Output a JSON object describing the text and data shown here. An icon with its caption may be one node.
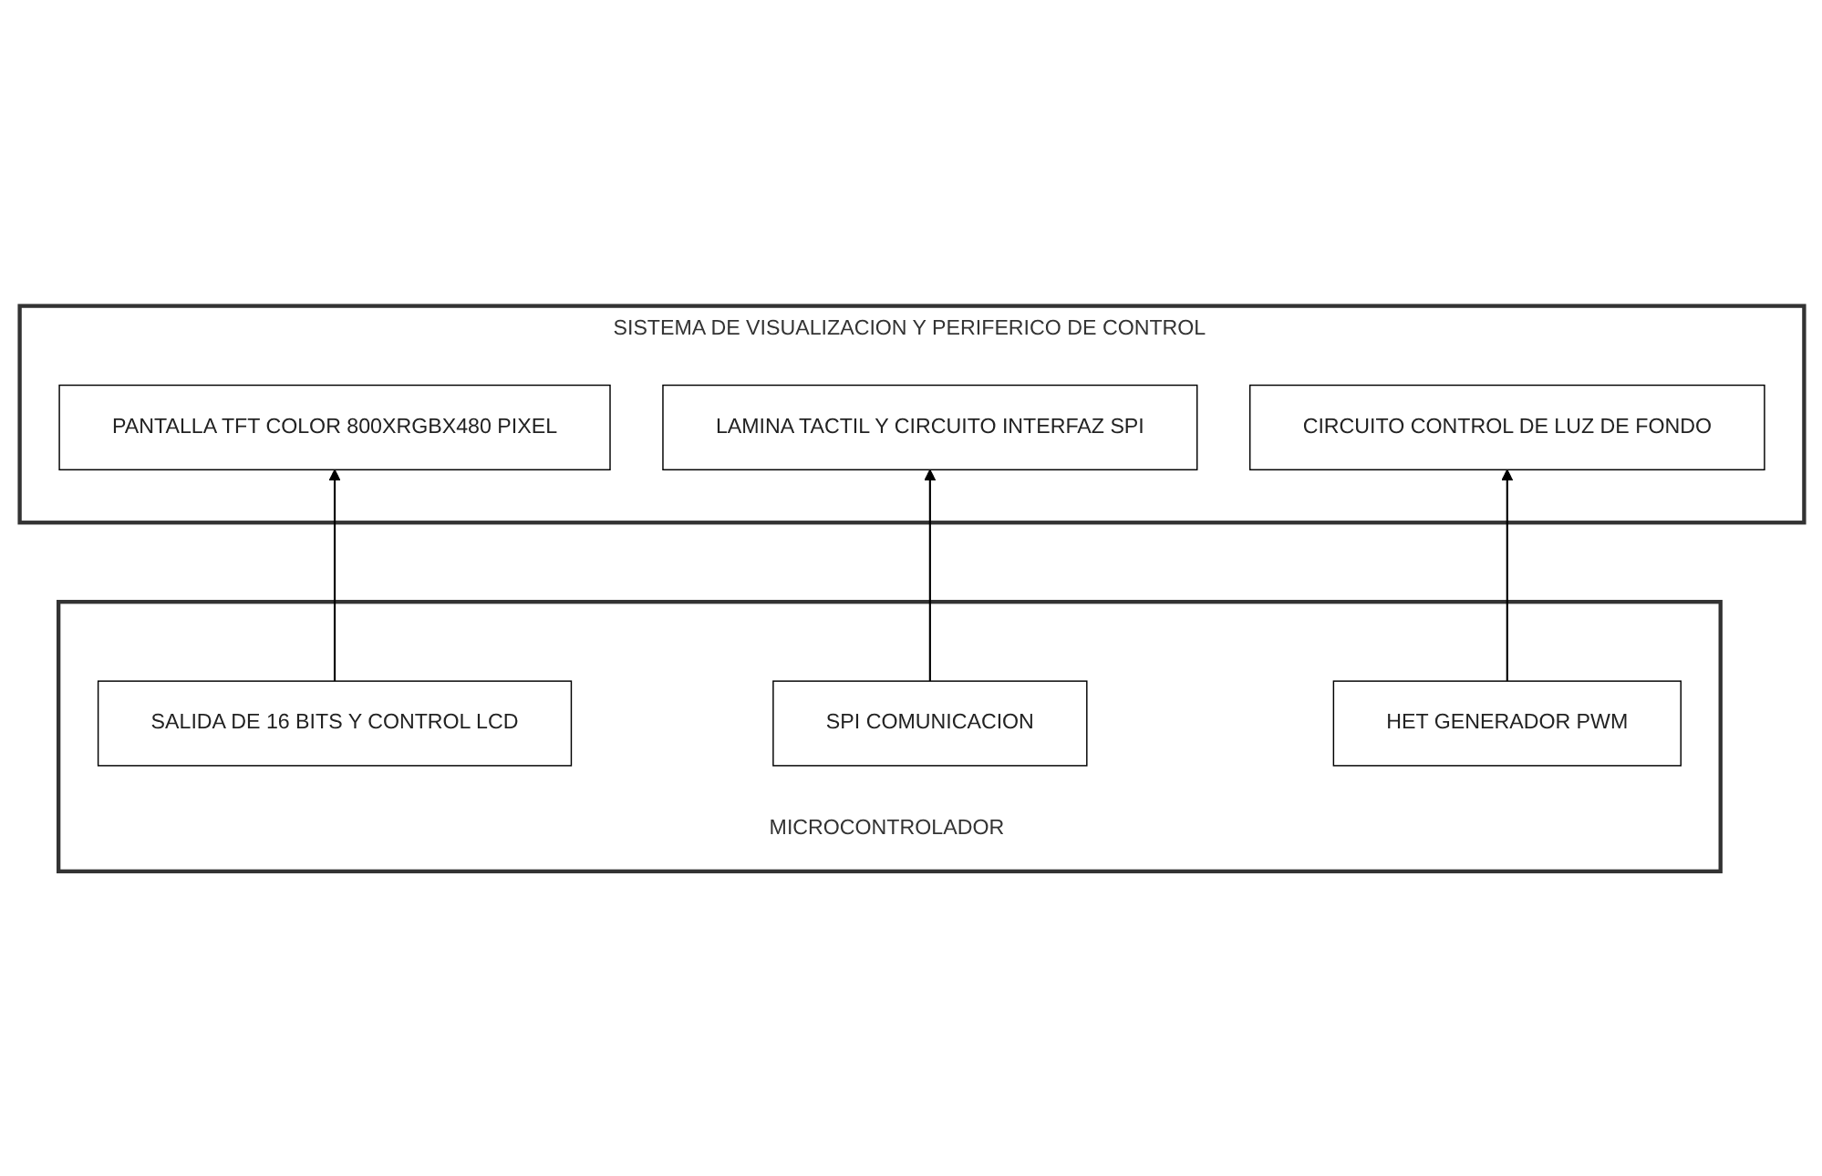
{
  "diagram": {
    "nodes": [
      {
        "text": [
          "SISTEMA DE VISUALIZACION Y PERIFERICO DE CONTROL"
        ]
      },
      {
        "text": [
          "PANTALLA TFT COLOR 800XRGBX480 PIXEL"
        ],
        "in": 0
      },
      {
        "text": [
          "LAMINA TACTIL Y CIRCUITO INTERFAZ SPI"
        ],
        "in": 0
      },
      {
        "text": [
          "CIRCUITO CONTROL DE LUZ DE FONDO"
        ],
        "in": 0
      },
      {
        "text": [
          "MICROCONTROLADOR"
        ]
      },
      {
        "text": [
          "SALIDA DE 16 BITS Y CONTROL LCD"
        ],
        "in": 4
      },
      {
        "text": [
          "SPI COMUNICACION"
        ],
        "in": 4
      },
      {
        "text": [
          "HET GENERADOR PWM"
        ],
        "in": 4
      }
    ],
    "edges": [
      {
        "from": 5,
        "to": 1,
        "arrow": "to"
      },
      {
        "from": 6,
        "to": 2,
        "arrow": "to"
      },
      {
        "from": 7,
        "to": 3,
        "arrow": "to"
      }
    ]
  }
}
